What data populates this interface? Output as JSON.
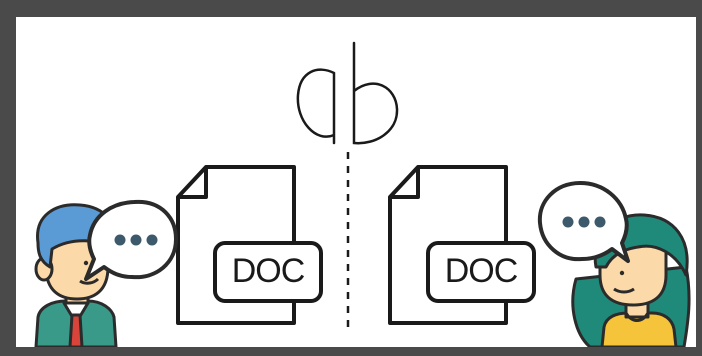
{
  "logo": {
    "text": "ab"
  },
  "documents": [
    {
      "label": "DOC"
    },
    {
      "label": "DOC"
    }
  ],
  "colors": {
    "frame": "#4a4a4a",
    "background": "#ffffff",
    "outline": "#1a1a1a",
    "man_hair": "#5b9bd5",
    "man_skin": "#fcd9a8",
    "man_suit": "#3a9a8a",
    "man_tie": "#d9443a",
    "woman_hair": "#1f8a7a",
    "woman_skin": "#fcd9a8",
    "woman_shirt": "#f5c43a",
    "bubble_fill": "#ffffff",
    "bubble_dots": "#3d5a6c"
  },
  "icons": {
    "man": "male-avatar-icon",
    "woman": "female-avatar-icon",
    "chat": "speech-bubble-icon",
    "file": "document-icon",
    "divider": "dashed-divider"
  }
}
